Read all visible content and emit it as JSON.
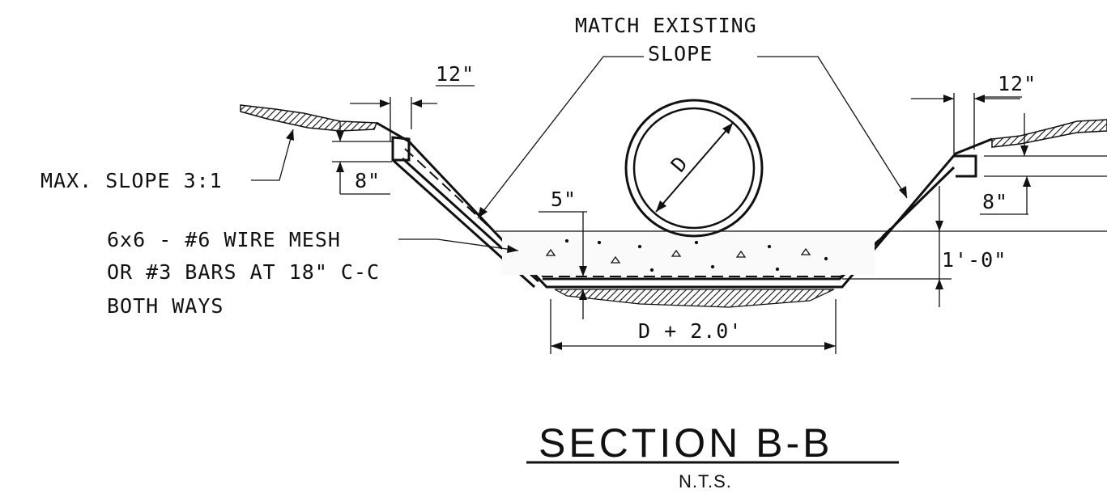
{
  "labels": {
    "match_existing_line1": "MATCH EXISTING",
    "match_existing_line2": "SLOPE",
    "dim_12_left": "12\"",
    "dim_12_right": "12\"",
    "dim_8_left": "8\"",
    "dim_8_right": "8\"",
    "max_slope": "MAX. SLOPE 3:1",
    "pipe_diameter": "D",
    "dim_5": "5\"",
    "dim_1ft": "1'-0\"",
    "mesh_line1": "6x6 - #6 WIRE MESH",
    "mesh_line2": "OR #3 BARS AT 18\" C-C",
    "mesh_line3": "BOTH WAYS",
    "bottom_width": "D + 2.0'"
  },
  "title": {
    "main": "SECTION B-B",
    "sub": "N.T.S."
  },
  "colors": {
    "ink": "#111111",
    "background": "#ffffff"
  }
}
